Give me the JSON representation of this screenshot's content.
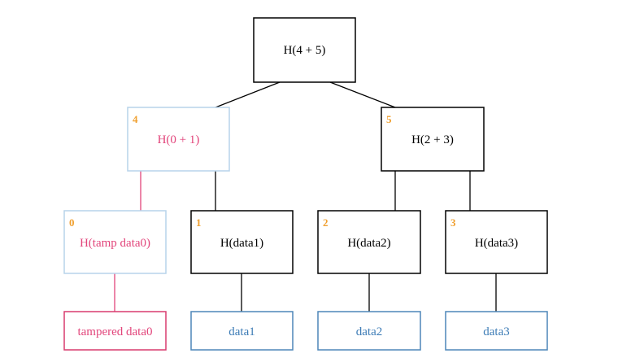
{
  "colors": {
    "normal_border": "#000000",
    "normal_text": "#000000",
    "tampered_border": "#b7d3ea",
    "tampered_text": "#e2457b",
    "tampered_leaf_border": "#d83b6e",
    "data_border": "#4d86b8",
    "data_text": "#3d7cb6",
    "index": "#f0a030",
    "tampered_edge": "#e2457b"
  },
  "nodes": {
    "root": {
      "label": "H(4 + 5)"
    },
    "n4": {
      "index": "4",
      "label": "H(0 + 1)"
    },
    "n5": {
      "index": "5",
      "label": "H(2 + 3)"
    },
    "n0": {
      "index": "0",
      "label": "H(tamp data0)"
    },
    "n1": {
      "index": "1",
      "label": "H(data1)"
    },
    "n2": {
      "index": "2",
      "label": "H(data2)"
    },
    "n3": {
      "index": "3",
      "label": "H(data3)"
    },
    "d0": {
      "label": "tampered data0"
    },
    "d1": {
      "label": "data1"
    },
    "d2": {
      "label": "data2"
    },
    "d3": {
      "label": "data3"
    }
  }
}
